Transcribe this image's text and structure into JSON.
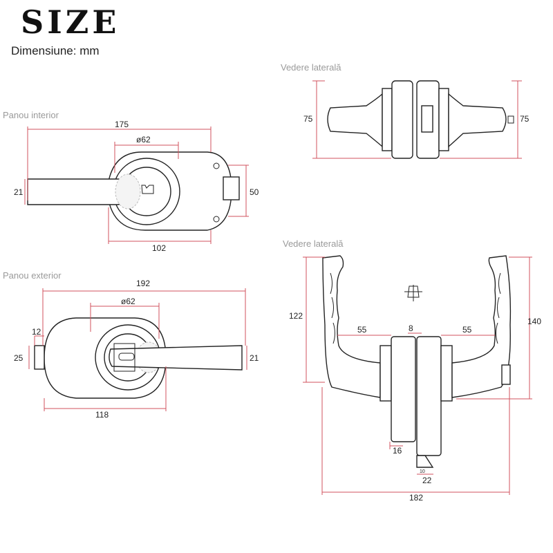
{
  "header": {
    "title": "SIZE",
    "subtitle": "Dimensiune: mm"
  },
  "views": {
    "interior": "Panou interior",
    "exterior": "Panou exterior",
    "side_top": "Vedere laterală",
    "side_bottom": "Vedere laterală"
  },
  "dims": {
    "interior": {
      "length": "175",
      "diameter": "ø62",
      "handle": "21",
      "height": "50",
      "base": "102"
    },
    "exterior": {
      "length": "192",
      "diameter": "ø62",
      "left": "12",
      "height": "25",
      "handle": "21",
      "base": "118"
    },
    "side_top": {
      "left": "75",
      "right": "75"
    },
    "side_bottom": {
      "height_left": "122",
      "height_right": "140",
      "span_left": "55",
      "gap": "8",
      "span_right": "55",
      "plate": "16",
      "latch": "22",
      "latch_small": "10",
      "total": "182"
    }
  },
  "colors": {
    "dimension_line": "#d0525c",
    "outline": "#222222",
    "view_label": "#9a9a9a"
  }
}
